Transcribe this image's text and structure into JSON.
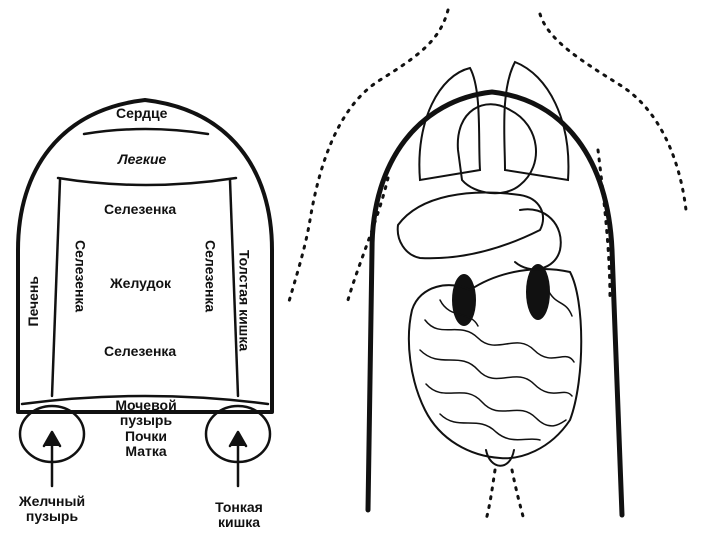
{
  "diagram": {
    "colors": {
      "ink": "#111111",
      "background": "#ffffff"
    },
    "zones": {
      "heart": "Сердце",
      "lungs": "Легкие",
      "spleen_top": "Селезенка",
      "stomach": "Желудок",
      "spleen_bottom": "Селезенка",
      "spleen_left": "Селезенка",
      "spleen_right": "Селезенка",
      "liver": "Печень",
      "colon": "Толстая кишка",
      "lower_center": [
        "Мочевой",
        "пузырь",
        "Почки",
        "Матка"
      ]
    },
    "pointers": {
      "gallbladder": [
        "Желчный",
        "пузырь"
      ],
      "small_intestine": [
        "Тонкая",
        "кишка"
      ]
    }
  }
}
